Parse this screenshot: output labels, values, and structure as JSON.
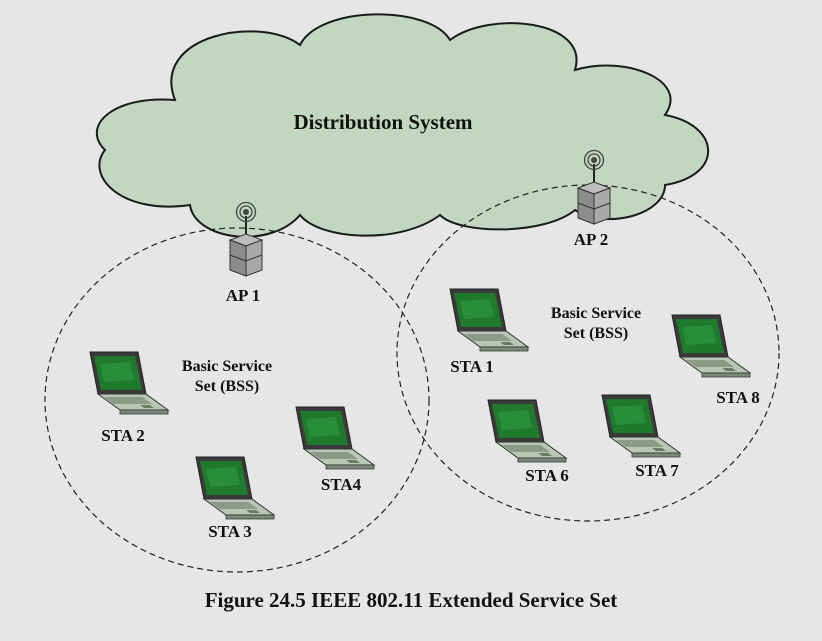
{
  "diagram": {
    "cloud_label": "Distribution System",
    "access_points": [
      {
        "id": "ap1",
        "label": "AP 1"
      },
      {
        "id": "ap2",
        "label": "AP 2"
      }
    ],
    "bss": [
      {
        "id": "bss1",
        "label_line1": "Basic Service",
        "label_line2": "Set (BSS)"
      },
      {
        "id": "bss2",
        "label_line1": "Basic Service",
        "label_line2": "Set (BSS)"
      }
    ],
    "stations": [
      {
        "id": "sta2",
        "label": "STA 2"
      },
      {
        "id": "sta3",
        "label": "STA 3"
      },
      {
        "id": "sta4",
        "label": "STA4"
      },
      {
        "id": "sta1",
        "label": "STA 1"
      },
      {
        "id": "sta6",
        "label": "STA 6"
      },
      {
        "id": "sta7",
        "label": "STA 7"
      },
      {
        "id": "sta8",
        "label": "STA 8"
      }
    ],
    "caption": "Figure 24.5  IEEE 802.11 Extended Service Set"
  },
  "colors": {
    "background": "#e6e6e6",
    "cloud_fill": "#c1d7c1",
    "screen_green": "#1f7a2e",
    "laptop_body": "#b9c7b5",
    "ap_body": "#9a9a9a"
  }
}
